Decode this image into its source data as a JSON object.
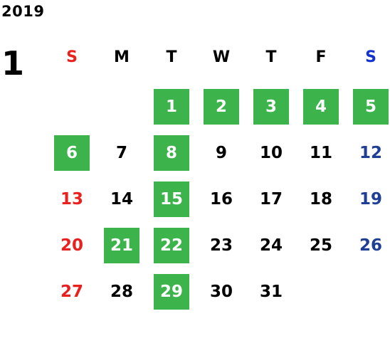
{
  "calendar": {
    "year": "2019",
    "month": "1",
    "colors": {
      "highlight": "#3cb44b",
      "sunday_header": "#e8201e",
      "saturday_header": "#1431d2",
      "sunday_date": "#e8201e",
      "saturday_date": "#1f3f94",
      "weekday": "#000000",
      "highlight_text": "#ffffff"
    },
    "weekdays": [
      "S",
      "M",
      "T",
      "W",
      "T",
      "F",
      "S"
    ],
    "weeks": [
      [
        null,
        null,
        {
          "day": "1",
          "hl": true
        },
        {
          "day": "2",
          "hl": true
        },
        {
          "day": "3",
          "hl": true
        },
        {
          "day": "4",
          "hl": true
        },
        {
          "day": "5",
          "hl": true
        }
      ],
      [
        {
          "day": "6",
          "hl": true
        },
        {
          "day": "7",
          "hl": false
        },
        {
          "day": "8",
          "hl": true
        },
        {
          "day": "9",
          "hl": false
        },
        {
          "day": "10",
          "hl": false
        },
        {
          "day": "11",
          "hl": false
        },
        {
          "day": "12",
          "hl": false
        }
      ],
      [
        {
          "day": "13",
          "hl": false
        },
        {
          "day": "14",
          "hl": false
        },
        {
          "day": "15",
          "hl": true
        },
        {
          "day": "16",
          "hl": false
        },
        {
          "day": "17",
          "hl": false
        },
        {
          "day": "18",
          "hl": false
        },
        {
          "day": "19",
          "hl": false
        }
      ],
      [
        {
          "day": "20",
          "hl": false
        },
        {
          "day": "21",
          "hl": true
        },
        {
          "day": "22",
          "hl": true
        },
        {
          "day": "23",
          "hl": false
        },
        {
          "day": "24",
          "hl": false
        },
        {
          "day": "25",
          "hl": false
        },
        {
          "day": "26",
          "hl": false
        }
      ],
      [
        {
          "day": "27",
          "hl": false
        },
        {
          "day": "28",
          "hl": false
        },
        {
          "day": "29",
          "hl": true
        },
        {
          "day": "30",
          "hl": false
        },
        {
          "day": "31",
          "hl": false
        },
        null,
        null
      ]
    ]
  }
}
